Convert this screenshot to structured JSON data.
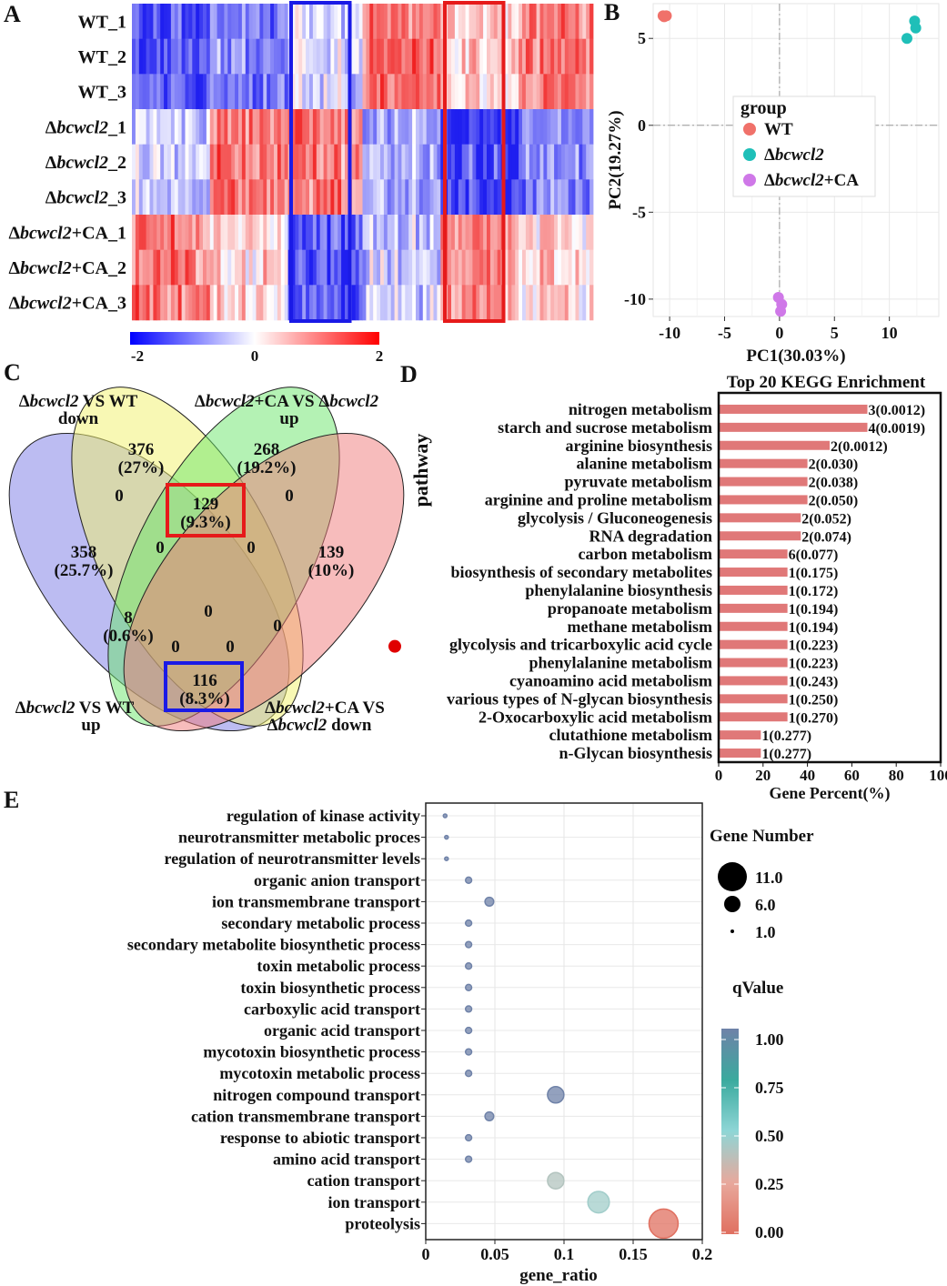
{
  "panels": {
    "A": "A",
    "B": "B",
    "C": "C",
    "D": "D",
    "E": "E"
  },
  "chart_data": [
    {
      "panel": "A",
      "type": "heatmap",
      "rows": [
        {
          "pre": "",
          "it": "",
          "post": "WT_1"
        },
        {
          "pre": "",
          "it": "",
          "post": "WT_2"
        },
        {
          "pre": "",
          "it": "",
          "post": "WT_3"
        },
        {
          "pre": "Δ",
          "it": "bcwcl2",
          "post": "_1"
        },
        {
          "pre": "Δ",
          "it": "bcwcl2",
          "post": "_2"
        },
        {
          "pre": "Δ",
          "it": "bcwcl2",
          "post": "_3"
        },
        {
          "pre": "Δ",
          "it": "bcwcl2",
          "post": "+CA_1"
        },
        {
          "pre": "Δ",
          "it": "bcwcl2",
          "post": "+CA_2"
        },
        {
          "pre": "Δ",
          "it": "bcwcl2",
          "post": "+CA_3"
        }
      ],
      "column_blocks": [
        {
          "values": [
            -1.2,
            -1.2,
            -1.2,
            -0.3,
            -0.3,
            -0.3,
            1.0,
            1.0,
            1.0
          ]
        },
        {
          "values": [
            -0.9,
            -0.9,
            -0.9,
            1.0,
            1.0,
            1.0,
            0.3,
            0.3,
            0.3
          ]
        },
        {
          "values": [
            -0.3,
            -0.3,
            -0.3,
            0.9,
            0.9,
            0.9,
            -1.2,
            -1.2,
            -1.2
          ]
        },
        {
          "values": [
            1.1,
            1.1,
            1.1,
            -0.6,
            -0.6,
            -0.6,
            -0.4,
            -0.4,
            -0.4
          ]
        },
        {
          "values": [
            0.4,
            0.4,
            0.4,
            -1.3,
            -1.3,
            -1.3,
            0.8,
            0.8,
            0.8
          ]
        },
        {
          "values": [
            1.0,
            1.0,
            1.0,
            -0.8,
            -0.8,
            -0.8,
            0.3,
            0.3,
            0.3
          ]
        }
      ],
      "highlight_boxes": [
        {
          "color": "#1a1ae6",
          "from_block": 2,
          "to_block": 2
        },
        {
          "color": "#e61a1a",
          "from_block": 4,
          "to_block": 4
        }
      ],
      "colorbar": {
        "min": -2,
        "mid": 0,
        "max": 2,
        "labels": [
          "-2",
          "0",
          "2"
        ],
        "colors": [
          "#0000ff",
          "#ffffff",
          "#ff0000"
        ]
      }
    },
    {
      "panel": "B",
      "type": "scatter",
      "xlabel": "PC1(30.03%)",
      "ylabel": "PC2(19.27%)",
      "xlim": [
        -11.5,
        14.5
      ],
      "ylim": [
        -11.0,
        7.0
      ],
      "xticks": [
        -10,
        -5,
        0,
        5,
        10
      ],
      "yticks": [
        5,
        0,
        -5,
        -10
      ],
      "legend_title": "group",
      "series": [
        {
          "name_pre": "",
          "name_it": "",
          "name_post": "WT",
          "color": "#f0716a",
          "points": [
            [
              -10.6,
              6.3
            ],
            [
              -10.3,
              6.3
            ],
            [
              -10.5,
              6.25
            ]
          ]
        },
        {
          "name_pre": "Δ",
          "name_it": "bcwcl2",
          "name_post": "",
          "color": "#1fbfb8",
          "points": [
            [
              12.3,
              6.0
            ],
            [
              12.4,
              5.6
            ],
            [
              11.6,
              5.0
            ]
          ]
        },
        {
          "name_pre": "Δ",
          "name_it": "bcwcl2",
          "name_post": "+CA",
          "color": "#cf78e8",
          "points": [
            [
              -0.1,
              -9.9
            ],
            [
              0.2,
              -10.3
            ],
            [
              0.1,
              -10.7
            ]
          ]
        }
      ]
    },
    {
      "panel": "C",
      "type": "venn",
      "labels": {
        "s1": {
          "pre": "Δ",
          "it": "bcwcl2",
          "post": " VS WT",
          "line2": "down"
        },
        "s2": {
          "pre": "Δ",
          "it": "bcwcl2",
          "post": "+CA VS Δ",
          "it2": "bcwcl2",
          "line2": "up"
        },
        "s3": {
          "pre": "Δ",
          "it": "bcwcl2",
          "post": " VS WT",
          "line2": "up"
        },
        "s4": {
          "pre": "Δ",
          "it": "bcwcl2",
          "post": "+CA VS",
          "line2pre": "Δ",
          "line2it": "bcwcl2",
          "line2post": " down"
        }
      },
      "regions": [
        {
          "count": "376",
          "pct": "(27%)"
        },
        {
          "count": "268",
          "pct": "(19.2%)"
        },
        {
          "count": "358",
          "pct": "(25.7%)"
        },
        {
          "count": "139",
          "pct": "(10%)"
        },
        {
          "count": "129",
          "pct": "(9.3%)"
        },
        {
          "count": "116",
          "pct": "(8.3%)"
        },
        {
          "count": "8",
          "pct": "(0.6%)"
        },
        {
          "count": "0"
        },
        {
          "count": "0"
        },
        {
          "count": "0"
        },
        {
          "count": "0"
        },
        {
          "count": "0"
        },
        {
          "count": "0"
        },
        {
          "count": "0"
        },
        {
          "count": "0"
        }
      ]
    },
    {
      "panel": "D",
      "type": "bar",
      "title": "Top 20 KEGG Enrichment",
      "ylabel": "pathway",
      "xlabel": "Gene Percent(%)",
      "xlim": [
        0,
        100
      ],
      "xticks": [
        0,
        20,
        40,
        60,
        80,
        100
      ],
      "bar_color": "#e07878",
      "categories": [
        "nitrogen metabolism",
        "starch and sucrose metabolism",
        "arginine biosynthesis",
        "alanine metabolism",
        "pyruvate metabolism",
        "arginine and proline metabolism",
        "glycolysis / Gluconeogenesis",
        "RNA degradation",
        "carbon metabolism",
        "biosynthesis of secondary metabolites",
        "phenylalanine biosynthesis",
        "propanoate metabolism",
        "methane metabolism",
        "glycolysis and tricarboxylic acid cycle",
        "phenylalanine metabolism",
        "cyanoamino acid metabolism",
        "various types of N-glycan biosynthesis",
        "2-Oxocarboxylic acid metabolism",
        "clutathione metabolism",
        "n-Glycan biosynthesis"
      ],
      "values": [
        67,
        67,
        50,
        40,
        40,
        40,
        37,
        37,
        31,
        31,
        31,
        31,
        31,
        31,
        31,
        31,
        31,
        31,
        19,
        19
      ],
      "bar_labels": [
        "3(0.0012)",
        "4(0.0019)",
        "2(0.0012)",
        "2(0.030)",
        "2(0.038)",
        "2(0.050)",
        "2(0.052)",
        "2(0.074)",
        "6(0.077)",
        "1(0.175)",
        "1(0.172)",
        "1(0.194)",
        "1(0.194)",
        "1(0.223)",
        "1(0.223)",
        "1(0.243)",
        "1(0.250)",
        "1(0.270)",
        "1(0.277)",
        "1(0.277)"
      ],
      "marked_category_index": 13,
      "marker_color": "#e00000"
    },
    {
      "panel": "E",
      "type": "scatter",
      "xlabel": "gene_ratio",
      "xlim": [
        0,
        0.2
      ],
      "xticks": [
        0,
        0.05,
        0.1,
        0.15,
        0.2
      ],
      "xtick_labels": [
        "0",
        "0.05",
        "0.1",
        "0.15",
        "0.2"
      ],
      "categories": [
        "regulation of kinase activity",
        "neurotransmitter metabolic proces",
        "regulation of neurotransmitter levels",
        "organic anion transport",
        "ion transmembrane transport",
        "secondary metabolic process",
        "secondary metabolite biosynthetic process",
        "toxin metabolic process",
        "toxin biosynthetic process",
        "carboxylic acid transport",
        "organic acid transport",
        "mycotoxin biosynthetic process",
        "mycotoxin metabolic process",
        "nitrogen compound transport",
        "cation transmembrane transport",
        "response to abiotic transport",
        "amino acid transport",
        "cation transport",
        "ion transport",
        "proteolysis"
      ],
      "gene_ratio": [
        0.014,
        0.015,
        0.015,
        0.031,
        0.046,
        0.031,
        0.031,
        0.031,
        0.031,
        0.031,
        0.031,
        0.031,
        0.031,
        0.094,
        0.046,
        0.031,
        0.031,
        0.094,
        0.125,
        0.172
      ],
      "gene_number": [
        1,
        1,
        1,
        2,
        3,
        2,
        2,
        2,
        2,
        2,
        2,
        2,
        2,
        6,
        3,
        2,
        2,
        6,
        8,
        11
      ],
      "qvalue": [
        1,
        1,
        1,
        1,
        1,
        1,
        1,
        1,
        1,
        1,
        1,
        1,
        1,
        1,
        1,
        1,
        1,
        0.4,
        0.45,
        0.0
      ],
      "size_legend": {
        "title": "Gene Number",
        "values": [
          11.0,
          6.0,
          1.0
        ],
        "labels": [
          "11.0",
          "6.0",
          "1.0"
        ]
      },
      "color_legend": {
        "title": "qValue",
        "labels": [
          "1.00",
          "0.75",
          "0.50",
          "0.25",
          "0.00"
        ],
        "colors": [
          "#6f82a8",
          "#3aaa9e",
          "#8fd6d6",
          "#e8a89c",
          "#e07060"
        ]
      }
    }
  ]
}
